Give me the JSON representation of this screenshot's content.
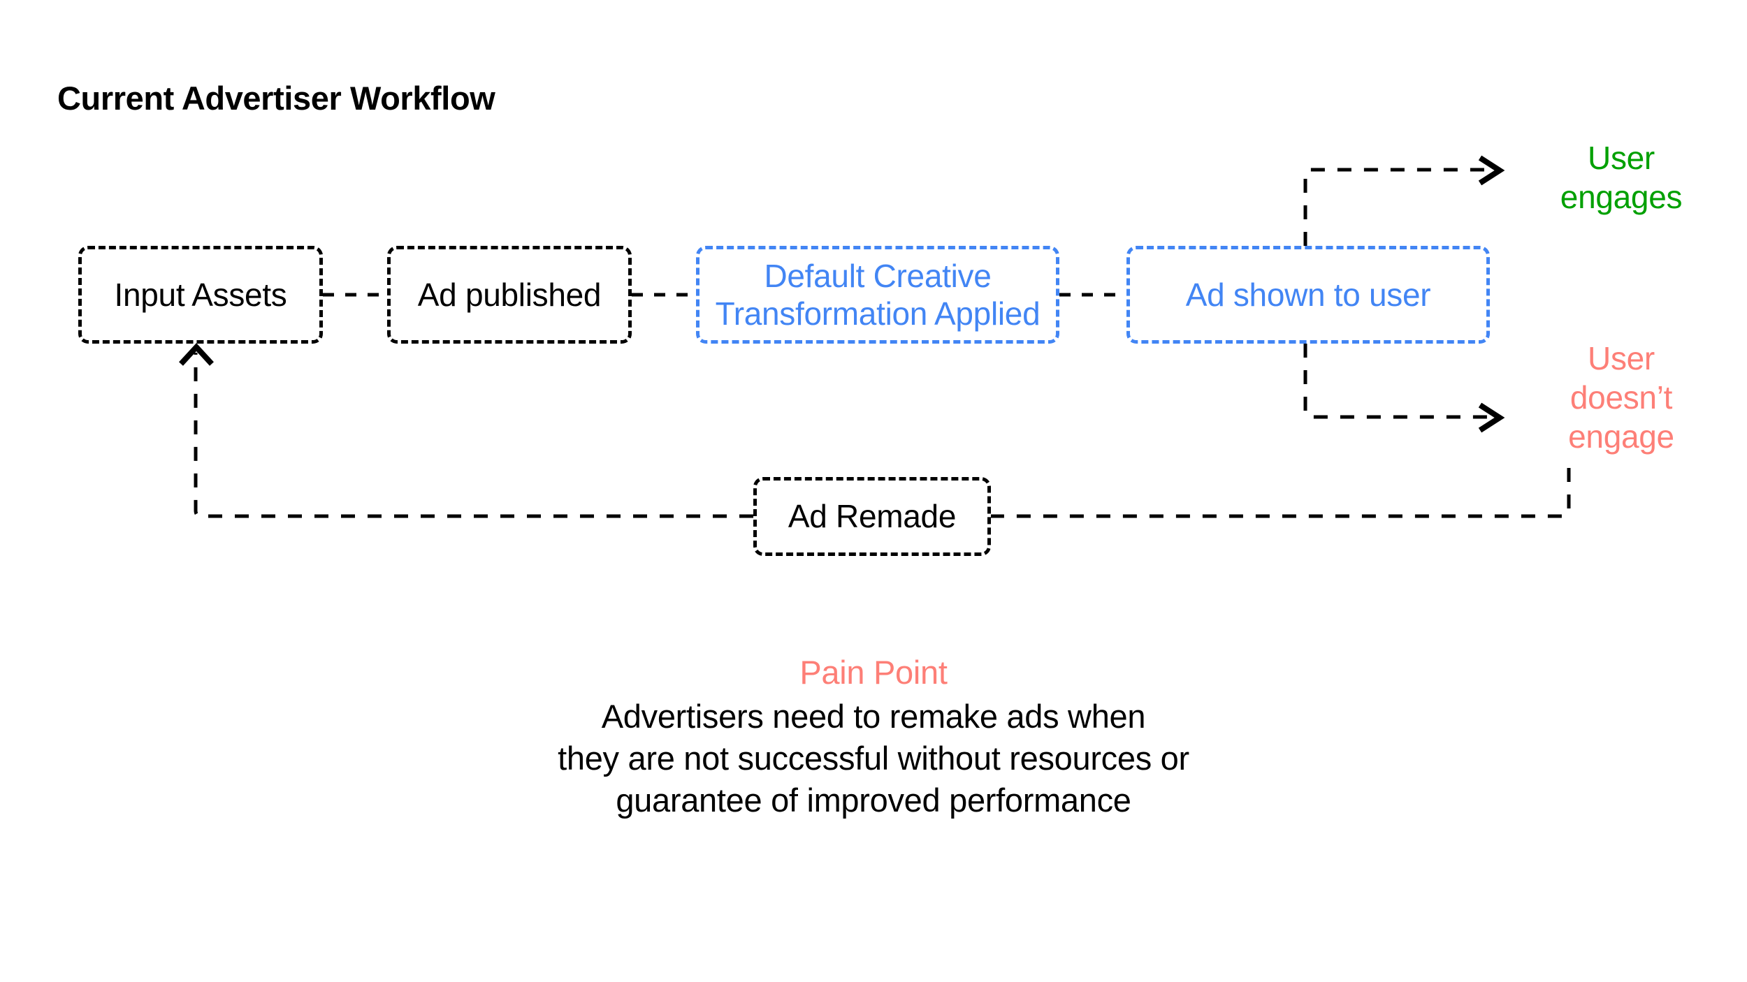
{
  "page": {
    "title": "Current Advertiser Workflow",
    "background": "#FFFFFF"
  },
  "colors": {
    "black": "#000000",
    "blue": "#4285F4",
    "green": "#00A000",
    "coral": "#FD7F77"
  },
  "nodes": {
    "input_assets": {
      "label": "Input Assets",
      "style": "black"
    },
    "ad_published": {
      "label": "Ad published",
      "style": "black"
    },
    "default_transform": {
      "label": "Default Creative\nTransformation Applied",
      "style": "blue"
    },
    "ad_shown": {
      "label": "Ad shown to user",
      "style": "blue"
    },
    "ad_remade": {
      "label": "Ad Remade",
      "style": "black"
    }
  },
  "outcomes": {
    "engages": {
      "label": "User\nengages",
      "color": "#00A000"
    },
    "no_engage": {
      "label": "User\ndoesn’t\nengage",
      "color": "#FD7F77"
    }
  },
  "painpoint": {
    "title": "Pain Point",
    "body": "Advertisers need to remake ads when\nthey are not successful without resources or\nguarantee of improved performance"
  },
  "edges": [
    {
      "name": "input-to-published",
      "from": "input_assets",
      "to": "ad_published",
      "style": "dashed",
      "arrow": false
    },
    {
      "name": "published-to-transform",
      "from": "ad_published",
      "to": "default_transform",
      "style": "dashed",
      "arrow": false
    },
    {
      "name": "transform-to-shown",
      "from": "default_transform",
      "to": "ad_shown",
      "style": "dashed",
      "arrow": false
    },
    {
      "name": "shown-to-engages",
      "from": "ad_shown",
      "to": "engages",
      "style": "dashed",
      "arrow": true
    },
    {
      "name": "shown-to-no-engage",
      "from": "ad_shown",
      "to": "no_engage",
      "style": "dashed",
      "arrow": true
    },
    {
      "name": "no-engage-to-remade",
      "from": "no_engage",
      "to": "ad_remade",
      "style": "dashed",
      "arrow": false
    },
    {
      "name": "remade-to-input",
      "from": "ad_remade",
      "to": "input_assets",
      "style": "dashed",
      "arrow": true
    }
  ]
}
